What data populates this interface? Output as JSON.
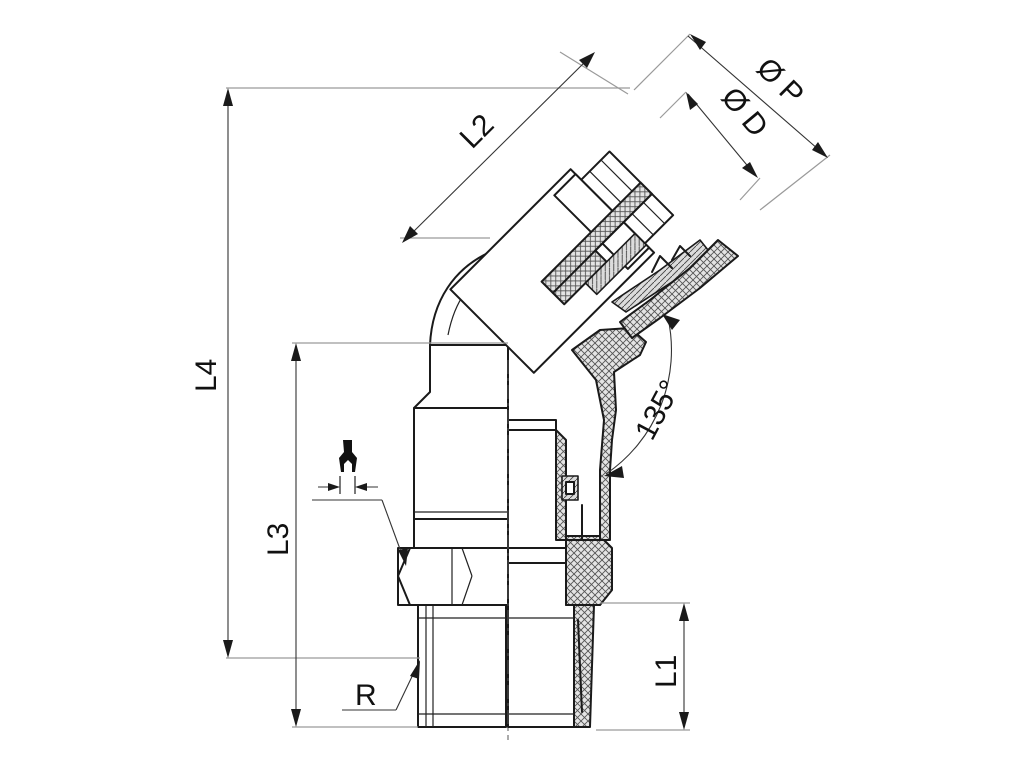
{
  "labels": {
    "phi_p": "Ø P",
    "phi_d": "Ø D",
    "l2": "L2",
    "l4": "L4",
    "l3": "L3",
    "l1": "L1",
    "r": "R",
    "angle": "135°"
  },
  "colors": {
    "line": "#1a1a1a",
    "section_fill": "#cfcfcf",
    "background": "#ffffff"
  }
}
